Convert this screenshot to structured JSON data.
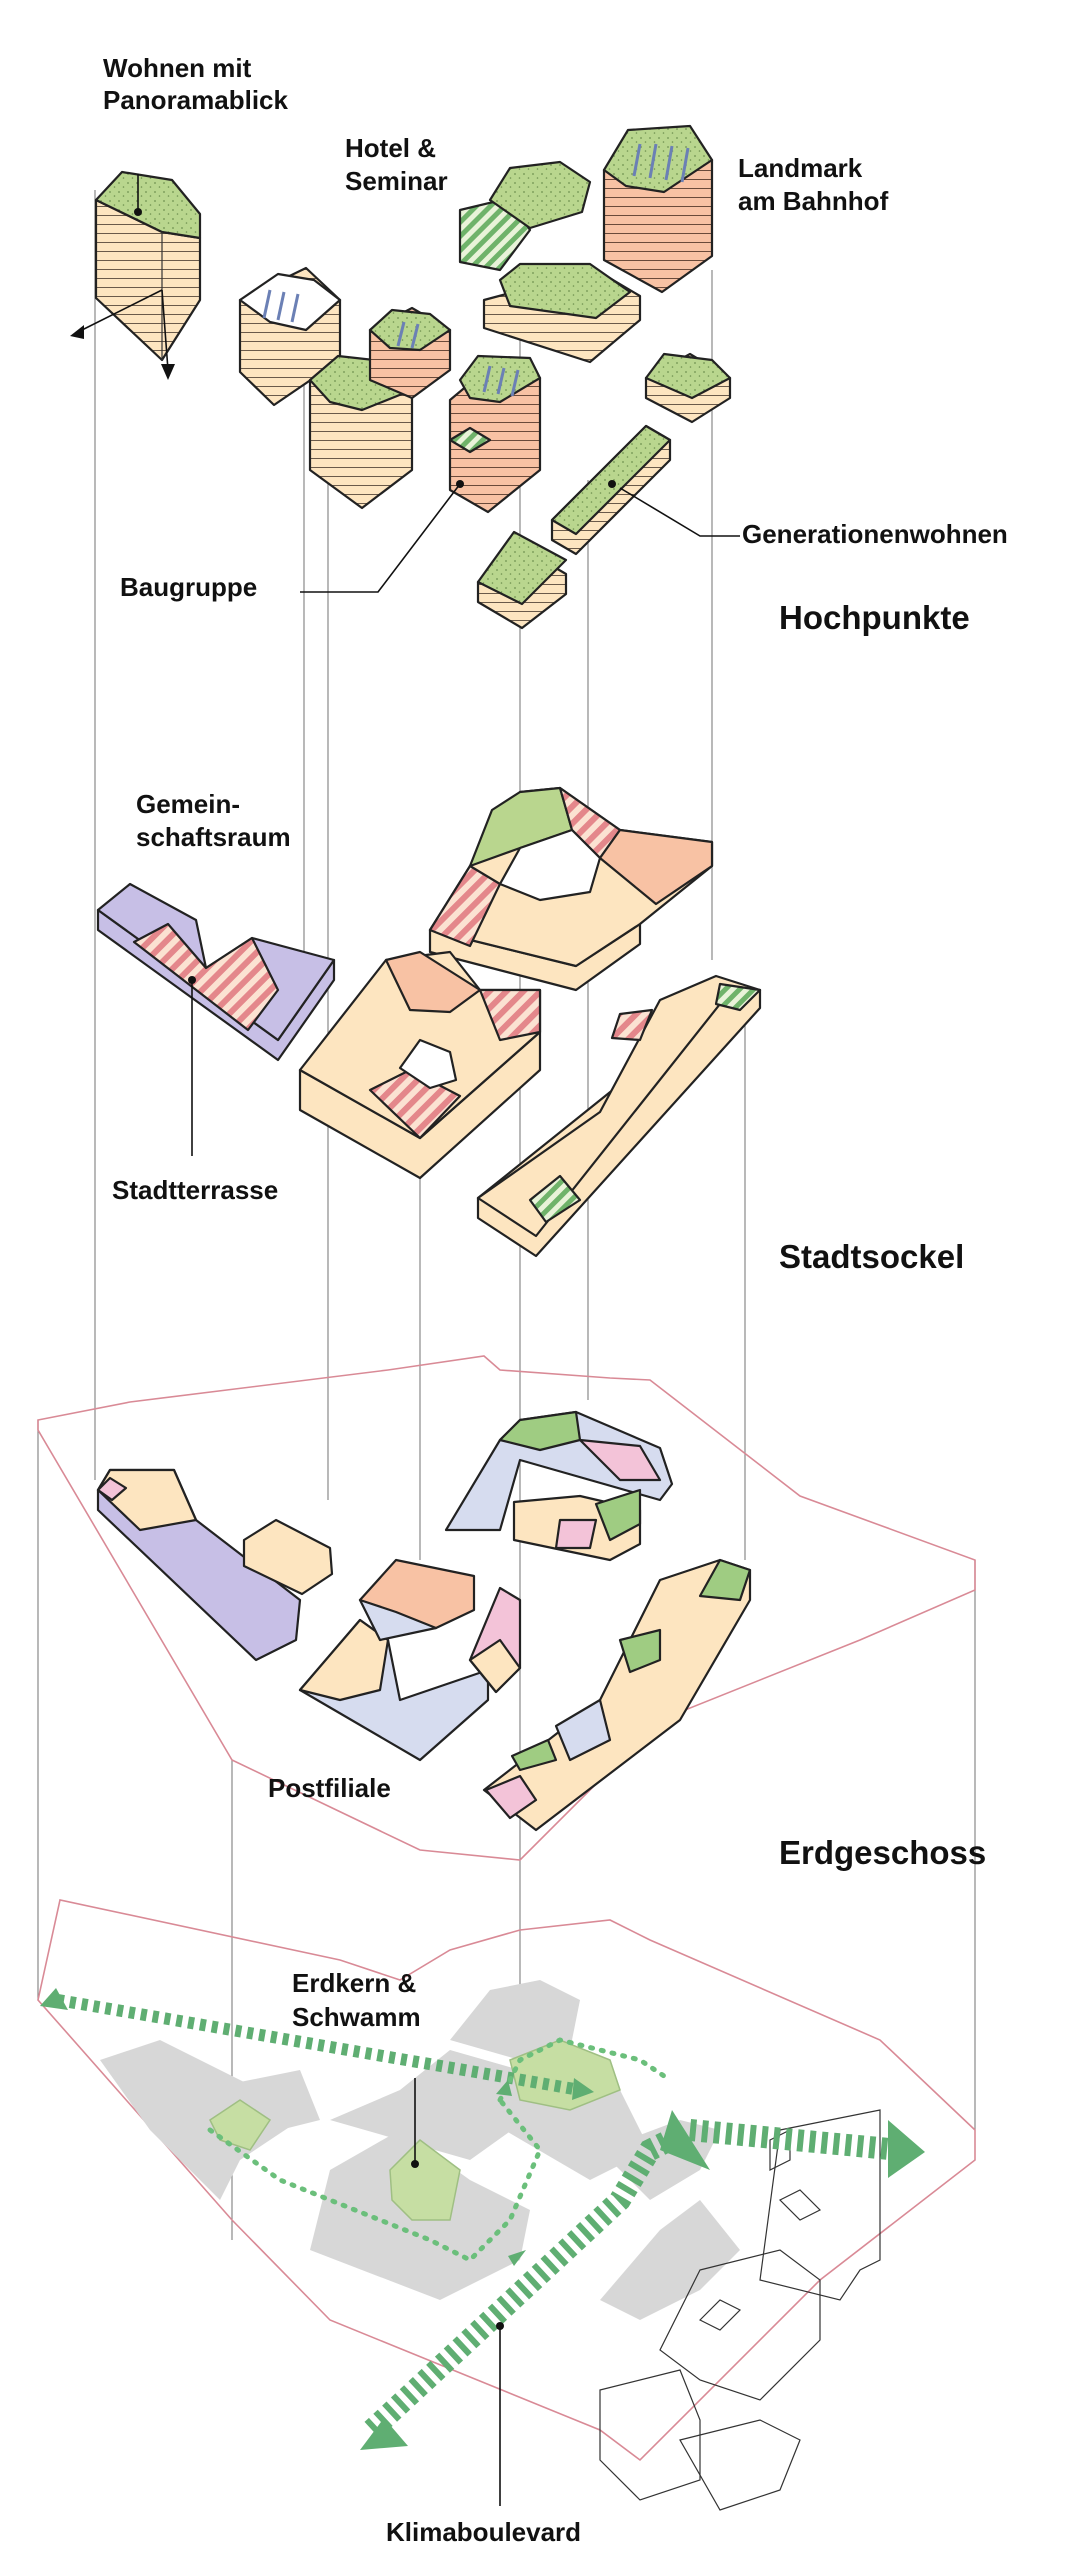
{
  "layers": {
    "hochpunkte": "Hochpunkte",
    "stadtsockel": "Stadtsockel",
    "erdgeschoss": "Erdgeschoss"
  },
  "labels": {
    "wohnen_line1": "Wohnen mit",
    "wohnen_line2": "Panoramablick",
    "hotel_line1": "Hotel &",
    "hotel_line2": "Seminar",
    "landmark_line1": "Landmark",
    "landmark_line2": "am Bahnhof",
    "generationenwohnen": "Generationenwohnen",
    "baugruppe": "Baugruppe",
    "gemein_line1": "Gemein-",
    "gemein_line2": "schaftsraum",
    "stadtterrasse": "Stadtterrasse",
    "postfiliale": "Postfiliale",
    "erdkern_line1": "Erdkern &",
    "erdkern_line2": "Schwamm",
    "klimaboulevard": "Klimaboulevard"
  },
  "colors": {
    "roof_green": "#b9d68e",
    "roof_dot": "#7fa05a",
    "facade_peach": "#fde5c0",
    "facade_salmon": "#f8c2a4",
    "purple": "#c7bfe6",
    "pink": "#f3c3d8",
    "blue": "#d6dcef",
    "green": "#9fcc82",
    "hatch_red": "#e4878b",
    "ground_gray": "#d7d7d7",
    "site_outline": "#d98a96",
    "flow_green": "#5fae72"
  }
}
